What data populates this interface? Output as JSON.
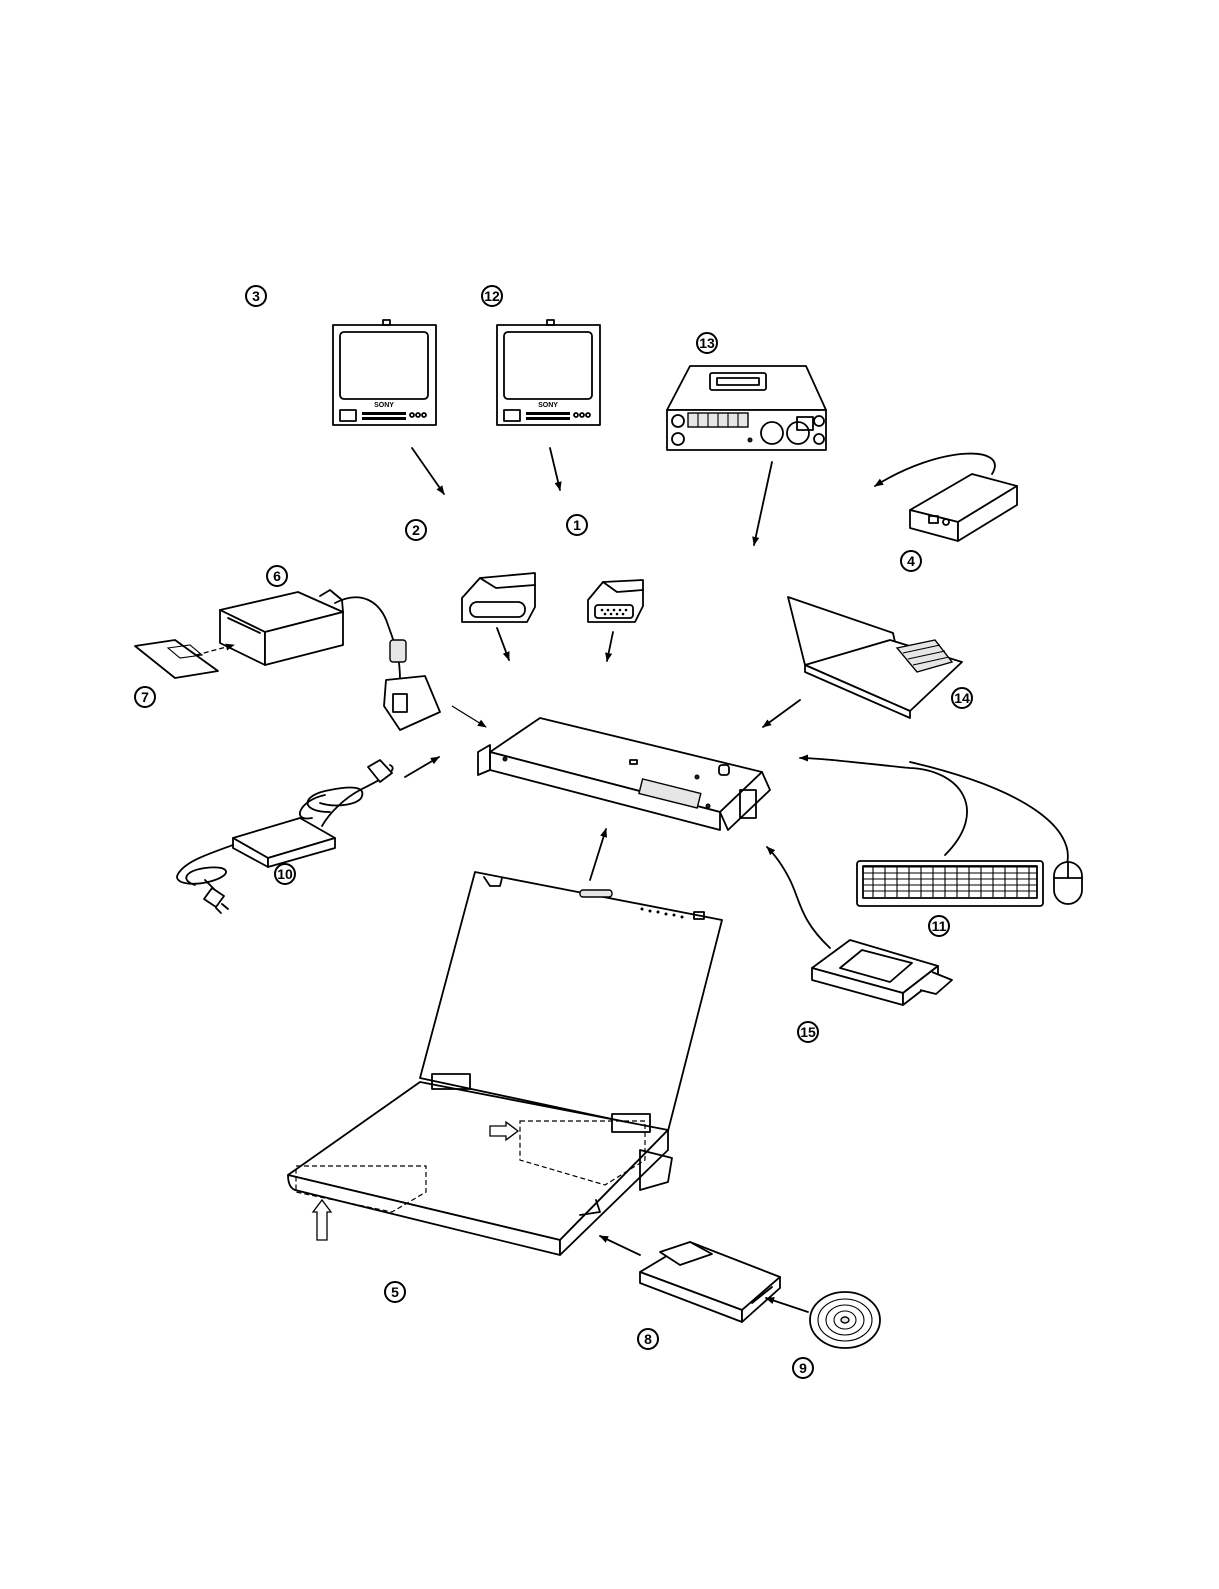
{
  "callouts": [
    "1",
    "2",
    "3",
    "4",
    "5",
    "6",
    "7",
    "8",
    "9",
    "10",
    "11",
    "12",
    "13",
    "14",
    "15"
  ],
  "monitor_brand": "SONY",
  "colors": {
    "line": "#000000",
    "background": "#ffffff",
    "shade": "#e6e6e6"
  }
}
